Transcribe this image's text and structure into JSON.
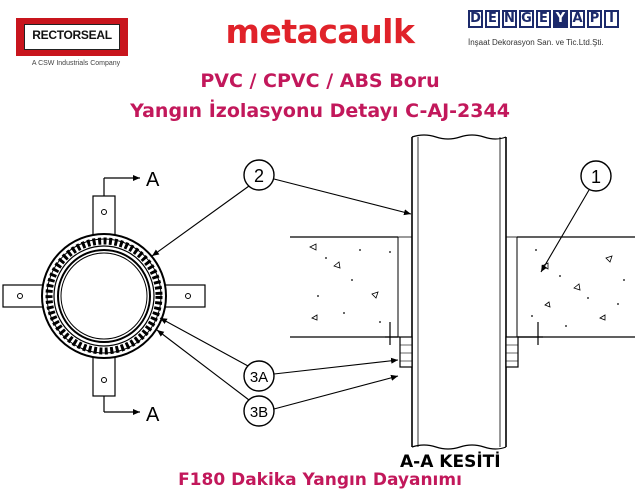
{
  "logos": {
    "rectorseal": {
      "name": "RECTORSEAL",
      "tagline": "A CSW Industrials Company",
      "color": "#c8151d"
    },
    "metacaulk": {
      "name": "metacaulk",
      "color": "#e0222a"
    },
    "dengeyapi": {
      "letters": [
        "D",
        "E",
        "N",
        "G",
        "E",
        "Y",
        "A",
        "P",
        "I"
      ],
      "subtitle": "İnşaat Dekorasyon San. ve Tic.Ltd.Şti.",
      "color": "#1c2a6b"
    }
  },
  "title": {
    "line1": "PVC / CPVC / ABS Boru",
    "line2": "Yangın İzolasyonu Detayı C-AJ-2344",
    "color": "#c2185b"
  },
  "plan_view": {
    "section_marker_top": "A",
    "section_marker_bottom": "A"
  },
  "callouts": {
    "item_2": "2",
    "item_1": "1",
    "item_3a": "3A",
    "item_3b": "3B"
  },
  "section_label": "A-A KESİTİ",
  "rating": "F180 Dakika Yangın Dayanımı"
}
